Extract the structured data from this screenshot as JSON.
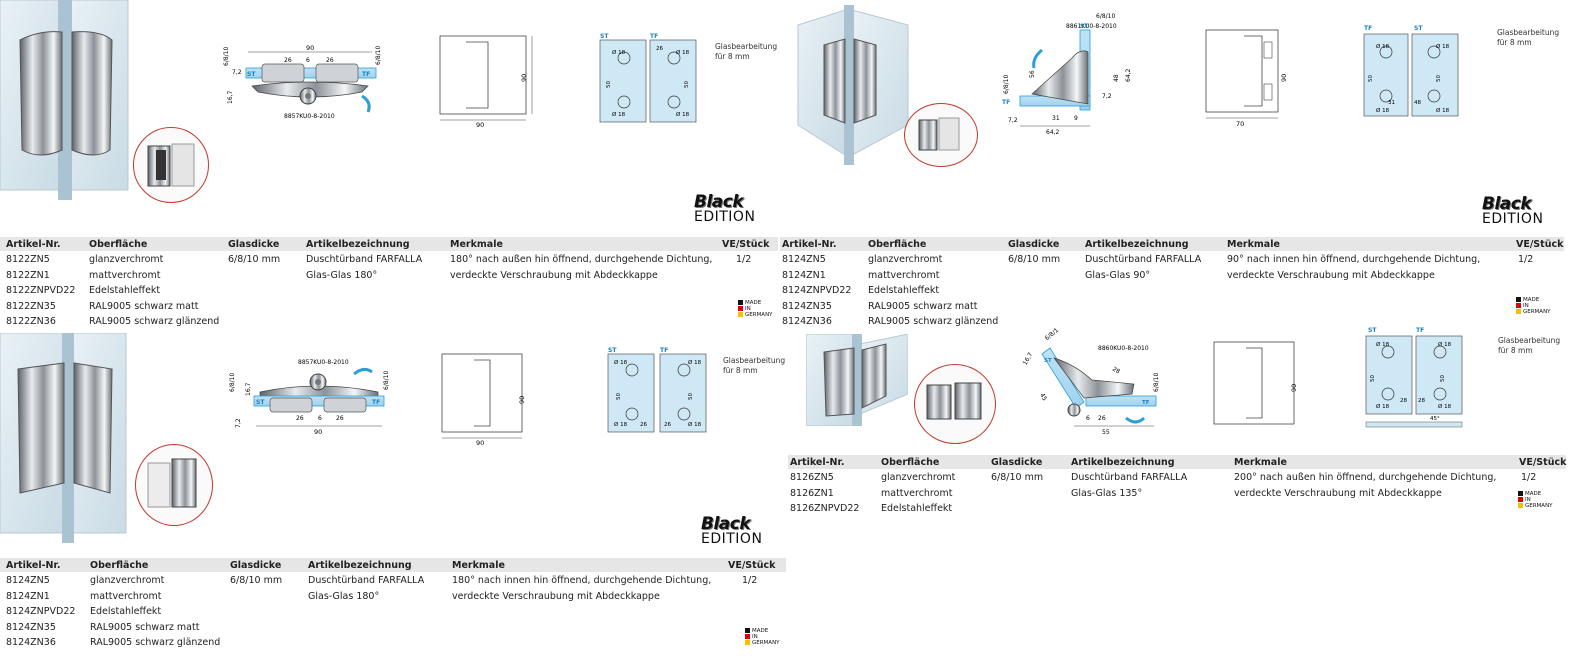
{
  "headers": {
    "artikel": "Artikel-Nr.",
    "oberflaeche": "Oberfläche",
    "glasdicke": "Glasdicke",
    "bezeichnung": "Artikelbezeichnung",
    "merkmale": "Merkmale",
    "ve": "VE/Stück"
  },
  "badge": {
    "line1": "Black",
    "line2": "EDITION"
  },
  "made_in": [
    "MADE",
    "IN",
    "GERMANY"
  ],
  "glass_note": "Glasbearbeitung für 8 mm",
  "glass_note_lines": [
    "Glasbearbeitung",
    "für 8 mm"
  ],
  "labels": {
    "st": "ST",
    "tf": "TF",
    "d18": "Ø 18",
    "k8857": "8857KU0-8-2010",
    "k8861": "8861KU0-8-2010",
    "k8860": "8860KU0-8-2010",
    "thick": "6/8/10",
    "thick2": "6/8/1",
    "deg45": "45°"
  },
  "dims": {
    "d90": "90",
    "d26": "26",
    "d6": "6",
    "d72": "7,2",
    "d167": "16,7",
    "d50": "50",
    "d70": "70",
    "d56": "56",
    "d48": "48",
    "d642": "64,2",
    "d31": "31",
    "d9": "9",
    "d28": "28",
    "d55": "55",
    "d45": "45"
  },
  "products": [
    {
      "id": "p8122",
      "articles": [
        "8122ZN5",
        "8122ZN1",
        "8122ZNPVD22",
        "8122ZN35",
        "8122ZN36"
      ],
      "surfaces": [
        "glanzverchromt",
        "mattverchromt",
        "Edelstahleffekt",
        "RAL9005 schwarz matt",
        "RAL9005 schwarz glänzend"
      ],
      "glass": "6/8/10 mm",
      "name": [
        "Duschtürband FARFALLA",
        "Glas-Glas 180°"
      ],
      "features": [
        "180° nach außen hin öffnend,  durchgehende Dichtung,",
        "verdeckte Verschraubung mit Abdeckkappe"
      ],
      "ve": "1/2"
    },
    {
      "id": "p8124a",
      "articles": [
        "8124ZN5",
        "8124ZN1",
        "8124ZNPVD22",
        " 8124ZN35",
        " 8124ZN36"
      ],
      "surfaces": [
        "glanzverchromt",
        "mattverchromt",
        "Edelstahleffekt",
        "RAL9005 schwarz matt",
        "RAL9005 schwarz glänzend"
      ],
      "glass": "6/8/10 mm",
      "name": [
        "Duschtürband FARFALLA",
        "Glas-Glas 90°"
      ],
      "features": [
        "90° nach innen hin öffnend, durchgehende Dichtung,",
        "verdeckte Verschraubung mit Abdeckkappe"
      ],
      "ve": "1/2"
    },
    {
      "id": "p8124b",
      "articles": [
        "8124ZN5",
        "8124ZN1",
        "8124ZNPVD22",
        "8124ZN35",
        "8124ZN36"
      ],
      "surfaces": [
        "glanzverchromt",
        "mattverchromt",
        "Edelstahleffekt",
        "RAL9005 schwarz matt",
        "RAL9005 schwarz glänzend"
      ],
      "glass": "6/8/10 mm",
      "name": [
        "Duschtürband FARFALLA",
        "Glas-Glas 180°"
      ],
      "features": [
        "180° nach innen hin öffnend,  durchgehende Dichtung,",
        "verdeckte Verschraubung mit Abdeckkappe"
      ],
      "ve": "1/2"
    },
    {
      "id": "p8126",
      "articles": [
        "8126ZN5",
        "8126ZN1",
        "8126ZNPVD22"
      ],
      "surfaces": [
        "glanzverchromt",
        "mattverchromt",
        "Edelstahleffekt"
      ],
      "glass": "6/8/10 mm",
      "name": [
        "Duschtürband FARFALLA",
        "Glas-Glas 135°"
      ],
      "features": [
        "200° nach außen hin öffnend, durchgehende Dichtung,",
        "verdeckte Verschraubung mit Abdeckkappe"
      ],
      "ve": "1/2"
    }
  ],
  "colors": {
    "glass": "#d7e6ef",
    "blue": "#2a9fd8",
    "accent_red": "#c0392b",
    "header_bg": "#e6e6e6",
    "chrome": "#b9bec4"
  }
}
